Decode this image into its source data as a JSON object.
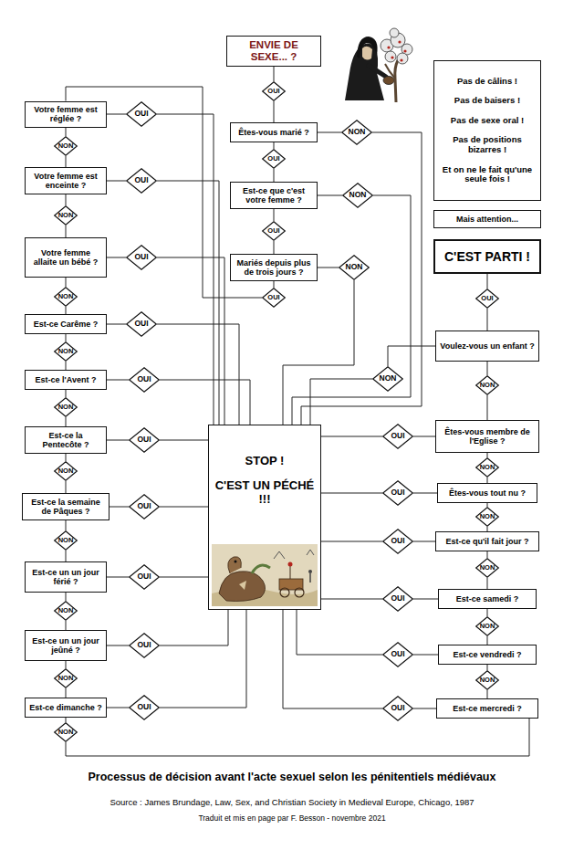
{
  "diagram": {
    "title": "Processus de décision avant l'acte sexuel selon les pénitentiels médiévaux",
    "caption": "Source : James Brundage, Law, Sex, and Christian Society in Medieval Europe, Chicago, 1987",
    "nodes": [
      {
        "text": [
          "ENVIE DE SEXE... ?"
        ]
      },
      {
        "text": [
          "OUI"
        ]
      },
      {
        "text": [
          "Êtes-vous marié ?"
        ]
      },
      {
        "text": [
          "NON"
        ]
      },
      {
        "text": [
          "OUI"
        ]
      },
      {
        "text": [
          "Est-ce que c'est votre femme ?"
        ]
      },
      {
        "text": [
          "NON"
        ]
      },
      {
        "text": [
          "OUI"
        ]
      },
      {
        "text": [
          "Mariés depuis plus de trois jours ?"
        ]
      },
      {
        "text": [
          "NON"
        ]
      },
      {
        "text": [
          "OUI"
        ]
      },
      {
        "text": [
          "Votre femme est réglée ?"
        ]
      },
      {
        "text": [
          "OUI"
        ]
      },
      {
        "text": [
          "NON"
        ]
      },
      {
        "text": [
          "Votre femme est enceinte ?"
        ]
      },
      {
        "text": [
          "OUI"
        ]
      },
      {
        "text": [
          "NON"
        ]
      },
      {
        "text": [
          "Votre femme allaite un bébé ?"
        ]
      },
      {
        "text": [
          "OUI"
        ]
      },
      {
        "text": [
          "NON"
        ]
      },
      {
        "text": [
          "Est-ce Carême ?"
        ]
      },
      {
        "text": [
          "OUI"
        ]
      },
      {
        "text": [
          "NON"
        ]
      },
      {
        "text": [
          "Est-ce l'Avent ?"
        ]
      },
      {
        "text": [
          "OUI"
        ]
      },
      {
        "text": [
          "NON"
        ]
      },
      {
        "text": [
          "Est-ce la Pentecôte ?"
        ]
      },
      {
        "text": [
          "OUI"
        ]
      },
      {
        "text": [
          "NON"
        ]
      },
      {
        "text": [
          "Est-ce la semaine de Pâques ?"
        ]
      },
      {
        "text": [
          "OUI"
        ]
      },
      {
        "text": [
          "NON"
        ]
      },
      {
        "text": [
          "Est-ce un un jour férié ?"
        ]
      },
      {
        "text": [
          "OUI"
        ]
      },
      {
        "text": [
          "NON"
        ]
      },
      {
        "text": [
          "Est-ce un un jour jeûné ?"
        ]
      },
      {
        "text": [
          "OUI"
        ]
      },
      {
        "text": [
          "NON"
        ]
      },
      {
        "text": [
          "Est-ce dimanche ?"
        ]
      },
      {
        "text": [
          "OUI"
        ]
      },
      {
        "text": [
          "NON"
        ]
      },
      {
        "text": [
          "STOP !",
          "C'EST UN PÉCHÉ !!!"
        ]
      },
      {
        "text": [
          "Pas de câlins !",
          "Pas de baisers !",
          "Pas de sexe oral !",
          "Pas de positions bizarres !",
          "Et on ne le fait qu'une seule fois !"
        ]
      },
      {
        "text": [
          "Mais attention..."
        ]
      },
      {
        "text": [
          "C'EST PARTI !"
        ]
      },
      {
        "text": [
          "OUI"
        ]
      },
      {
        "text": [
          "Voulez-vous un enfant ?"
        ]
      },
      {
        "text": [
          "NON"
        ]
      },
      {
        "text": [
          "NON"
        ]
      },
      {
        "text": [
          "Êtes-vous membre de l'Eglise ?"
        ]
      },
      {
        "text": [
          "OUI"
        ]
      },
      {
        "text": [
          "NON"
        ]
      },
      {
        "text": [
          "Êtes-vous tout nu ?"
        ]
      },
      {
        "text": [
          "OUI"
        ]
      },
      {
        "text": [
          "NON"
        ]
      },
      {
        "text": [
          "Est-ce qu'il fait jour ?"
        ]
      },
      {
        "text": [
          "OUI"
        ]
      },
      {
        "text": [
          "NON"
        ]
      },
      {
        "text": [
          "Est-ce samedi ?"
        ]
      },
      {
        "text": [
          "OUI"
        ]
      },
      {
        "text": [
          "NON"
        ]
      },
      {
        "text": [
          "Est-ce vendredi ?"
        ]
      },
      {
        "text": [
          "OUI"
        ]
      },
      {
        "text": [
          "NON"
        ]
      },
      {
        "text": [
          "Est-ce mercredi ?"
        ]
      },
      {
        "text": [
          "OUI"
        ]
      }
    ],
    "edges": [
      {
        "from": 0,
        "to": 1,
        "arrow": "none"
      },
      {
        "from": 1,
        "to": 2,
        "arrow": "none"
      },
      {
        "from": 2,
        "to": 3,
        "arrow": "none"
      },
      {
        "from": 3,
        "to": 41,
        "arrow": "none"
      },
      {
        "from": 2,
        "to": 4,
        "arrow": "none"
      },
      {
        "from": 4,
        "to": 5,
        "arrow": "none"
      },
      {
        "from": 5,
        "to": 6,
        "arrow": "none"
      },
      {
        "from": 6,
        "to": 41,
        "arrow": "none"
      },
      {
        "from": 5,
        "to": 7,
        "arrow": "none"
      },
      {
        "from": 7,
        "to": 8,
        "arrow": "none"
      },
      {
        "from": 8,
        "to": 9,
        "arrow": "none"
      },
      {
        "from": 9,
        "to": 41,
        "arrow": "none"
      },
      {
        "from": 8,
        "to": 10,
        "arrow": "none"
      },
      {
        "from": 10,
        "to": 11,
        "arrow": "none"
      },
      {
        "from": 11,
        "to": 12,
        "arrow": "none"
      },
      {
        "from": 12,
        "to": 41,
        "arrow": "none"
      },
      {
        "from": 11,
        "to": 13,
        "arrow": "none"
      },
      {
        "from": 13,
        "to": 14,
        "arrow": "none"
      },
      {
        "from": 14,
        "to": 15,
        "arrow": "none"
      },
      {
        "from": 15,
        "to": 41,
        "arrow": "none"
      },
      {
        "from": 14,
        "to": 16,
        "arrow": "none"
      },
      {
        "from": 16,
        "to": 17,
        "arrow": "none"
      },
      {
        "from": 17,
        "to": 18,
        "arrow": "none"
      },
      {
        "from": 18,
        "to": 41,
        "arrow": "none"
      },
      {
        "from": 17,
        "to": 19,
        "arrow": "none"
      },
      {
        "from": 19,
        "to": 20,
        "arrow": "none"
      },
      {
        "from": 20,
        "to": 21,
        "arrow": "none"
      },
      {
        "from": 21,
        "to": 41,
        "arrow": "none"
      },
      {
        "from": 20,
        "to": 22,
        "arrow": "none"
      },
      {
        "from": 22,
        "to": 23,
        "arrow": "none"
      },
      {
        "from": 23,
        "to": 24,
        "arrow": "none"
      },
      {
        "from": 24,
        "to": 41,
        "arrow": "none"
      },
      {
        "from": 23,
        "to": 25,
        "arrow": "none"
      },
      {
        "from": 25,
        "to": 26,
        "arrow": "none"
      },
      {
        "from": 26,
        "to": 27,
        "arrow": "none"
      },
      {
        "from": 27,
        "to": 41,
        "arrow": "none"
      },
      {
        "from": 26,
        "to": 28,
        "arrow": "none"
      },
      {
        "from": 28,
        "to": 29,
        "arrow": "none"
      },
      {
        "from": 29,
        "to": 30,
        "arrow": "none"
      },
      {
        "from": 30,
        "to": 41,
        "arrow": "none"
      },
      {
        "from": 29,
        "to": 31,
        "arrow": "none"
      },
      {
        "from": 31,
        "to": 32,
        "arrow": "none"
      },
      {
        "from": 32,
        "to": 33,
        "arrow": "none"
      },
      {
        "from": 33,
        "to": 41,
        "arrow": "none"
      },
      {
        "from": 32,
        "to": 34,
        "arrow": "none"
      },
      {
        "from": 34,
        "to": 35,
        "arrow": "none"
      },
      {
        "from": 35,
        "to": 36,
        "arrow": "none"
      },
      {
        "from": 36,
        "to": 41,
        "arrow": "none"
      },
      {
        "from": 35,
        "to": 37,
        "arrow": "none"
      },
      {
        "from": 37,
        "to": 38,
        "arrow": "none"
      },
      {
        "from": 38,
        "to": 39,
        "arrow": "none"
      },
      {
        "from": 39,
        "to": 41,
        "arrow": "none"
      },
      {
        "from": 38,
        "to": 40,
        "arrow": "none"
      },
      {
        "from": 40,
        "to": 64,
        "arrow": "none"
      },
      {
        "from": 64,
        "to": 65,
        "arrow": "none"
      },
      {
        "from": 65,
        "to": 41,
        "arrow": "none"
      },
      {
        "from": 64,
        "to": 63,
        "arrow": "none"
      },
      {
        "from": 63,
        "to": 61,
        "arrow": "none"
      },
      {
        "from": 61,
        "to": 62,
        "arrow": "none"
      },
      {
        "from": 62,
        "to": 41,
        "arrow": "none"
      },
      {
        "from": 61,
        "to": 60,
        "arrow": "none"
      },
      {
        "from": 60,
        "to": 58,
        "arrow": "none"
      },
      {
        "from": 58,
        "to": 59,
        "arrow": "none"
      },
      {
        "from": 59,
        "to": 41,
        "arrow": "none"
      },
      {
        "from": 58,
        "to": 57,
        "arrow": "none"
      },
      {
        "from": 57,
        "to": 55,
        "arrow": "none"
      },
      {
        "from": 55,
        "to": 56,
        "arrow": "none"
      },
      {
        "from": 56,
        "to": 41,
        "arrow": "none"
      },
      {
        "from": 55,
        "to": 54,
        "arrow": "none"
      },
      {
        "from": 54,
        "to": 52,
        "arrow": "none"
      },
      {
        "from": 52,
        "to": 53,
        "arrow": "none"
      },
      {
        "from": 53,
        "to": 41,
        "arrow": "none"
      },
      {
        "from": 52,
        "to": 51,
        "arrow": "none"
      },
      {
        "from": 51,
        "to": 49,
        "arrow": "none"
      },
      {
        "from": 49,
        "to": 50,
        "arrow": "none"
      },
      {
        "from": 50,
        "to": 41,
        "arrow": "none"
      },
      {
        "from": 49,
        "to": 48,
        "arrow": "none"
      },
      {
        "from": 48,
        "to": 46,
        "arrow": "none"
      },
      {
        "from": 46,
        "to": 47,
        "arrow": "none"
      },
      {
        "from": 47,
        "to": 41,
        "arrow": "none"
      },
      {
        "from": 46,
        "to": 45,
        "arrow": "none"
      },
      {
        "from": 45,
        "to": 44,
        "arrow": "none"
      }
    ],
    "labels": [
      "Traduit et mis en page par F. Besson - novembre 2021"
    ]
  }
}
